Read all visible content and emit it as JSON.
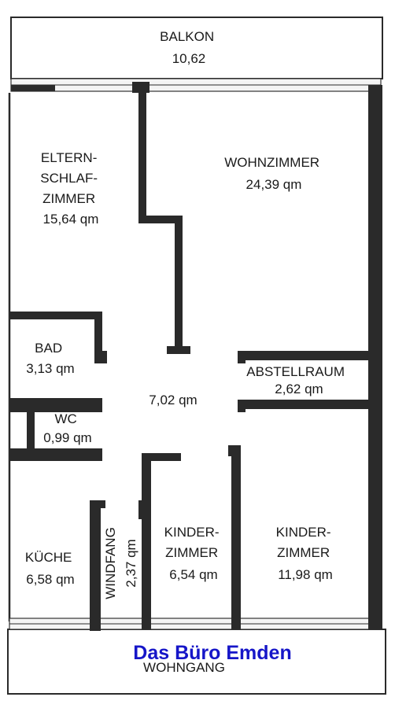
{
  "rooms": {
    "balkon": {
      "lines": [
        "BALKON",
        "10,62"
      ]
    },
    "eltern": {
      "lines": [
        "ELTERN-",
        "SCHLAF-",
        "ZIMMER",
        "15,64 qm"
      ]
    },
    "wohnzimmer": {
      "lines": [
        "WOHNZIMMER",
        "24,39 qm"
      ]
    },
    "bad": {
      "lines": [
        "BAD",
        "3,13 qm"
      ]
    },
    "flur": {
      "lines": [
        "7,02 qm"
      ]
    },
    "abstellraum": {
      "lines": [
        "ABSTELLRAUM",
        "2,62 qm"
      ]
    },
    "wc": {
      "lines": [
        "WC",
        "0,99 qm"
      ]
    },
    "kueche": {
      "lines": [
        "KÜCHE",
        "6,58 qm"
      ]
    },
    "windfang": {
      "lines": [
        "WINDFANG",
        "2,37 qm"
      ]
    },
    "kinder_small": {
      "lines": [
        "KINDER-",
        "ZIMMER",
        "6,54 qm"
      ]
    },
    "kinder_large": {
      "lines": [
        "KINDER-",
        "ZIMMER",
        "11,98 qm"
      ]
    },
    "wohngang": {
      "lines": [
        "WOHNGANG"
      ]
    }
  },
  "brand": {
    "text": "Das Büro Emden",
    "color": "#1616c8"
  },
  "colors": {
    "wall": "#2a2a2a",
    "paper": "#ffffff"
  }
}
